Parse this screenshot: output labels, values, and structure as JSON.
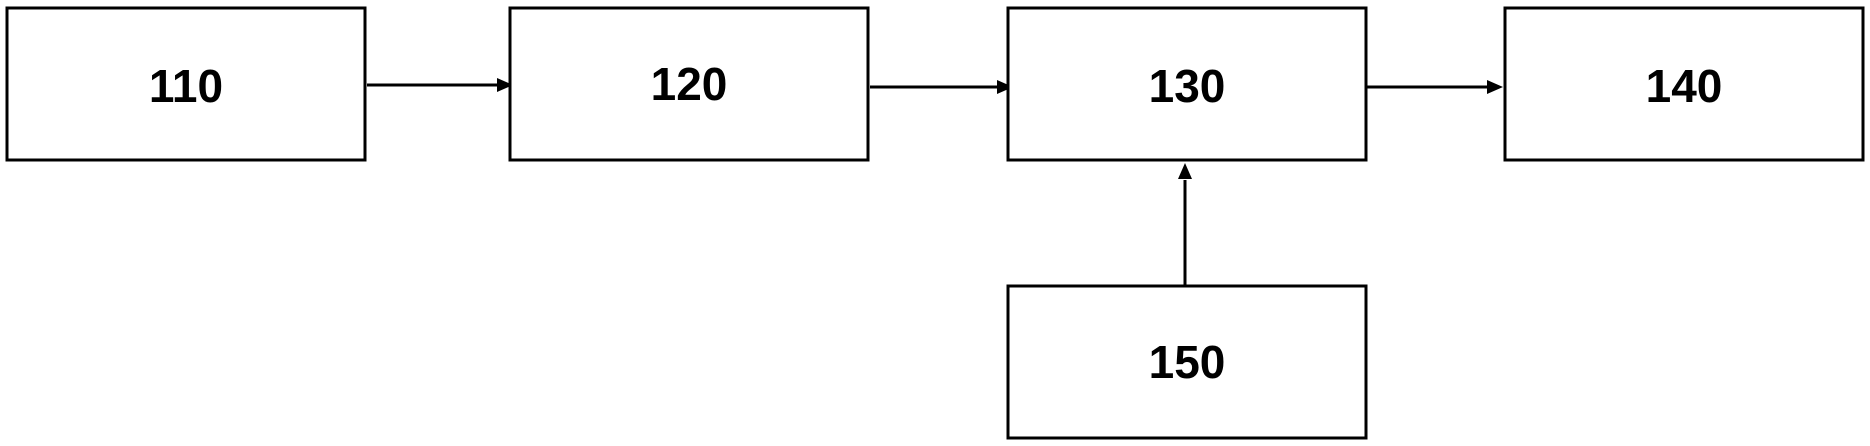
{
  "blocks": {
    "b110": {
      "label": "110"
    },
    "b120": {
      "label": "120"
    },
    "b130": {
      "label": "130"
    },
    "b140": {
      "label": "140"
    },
    "b150": {
      "label": "150"
    }
  },
  "connections": [
    {
      "from": "110",
      "to": "120"
    },
    {
      "from": "120",
      "to": "130"
    },
    {
      "from": "130",
      "to": "140"
    },
    {
      "from": "150",
      "to": "130"
    }
  ],
  "colors": {
    "stroke": "#000000",
    "background": "#ffffff"
  }
}
